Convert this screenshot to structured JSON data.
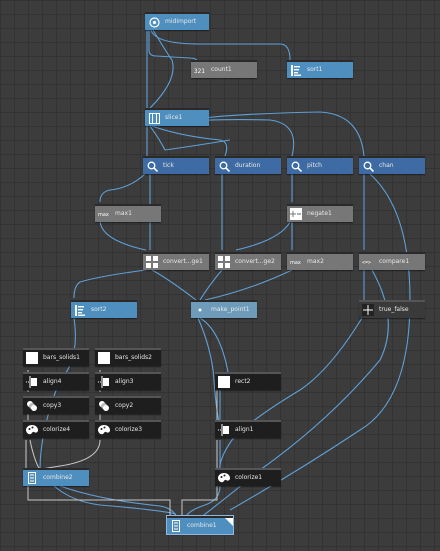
{
  "nodes": {
    "midimport": "midimport",
    "count1": "count1",
    "sort1": "sort1",
    "slice1": "slice1",
    "tick": "tick",
    "duration": "duration",
    "pitch": "pitch",
    "chan": "chan",
    "max1": "max1",
    "negate1": "negate1",
    "convert1": "convert...ge1",
    "convert2": "convert...ge2",
    "max2": "max2",
    "compare1": "compare1",
    "sort2": "sort2",
    "make_point1": "make_point1",
    "true_false": "true_false",
    "bars_solids1": "bars_solids1",
    "bars_solids2": "bars_solids2",
    "align4": "align4",
    "align3": "align3",
    "copy3": "copy3",
    "copy2": "copy2",
    "colorize4": "colorize4",
    "colorize3": "colorize3",
    "rect2": "rect2",
    "align1": "align1",
    "colorize1": "colorize1",
    "combine2": "combine2",
    "combine1": "combine1"
  },
  "icons": {
    "midimport": "midi-icon",
    "count1": "count-icon",
    "sort1": "sort-icon",
    "slice1": "slice-icon",
    "lookup": "magnifier-icon",
    "max": "max-icon",
    "negate": "negate-icon",
    "convert": "convert-range-icon",
    "compare": "compare-icon",
    "make_point": "point-icon",
    "true_false": "true-false-icon",
    "solid": "white-square-icon",
    "align": "align-icon",
    "copy": "copy-icon",
    "colorize": "colorize-icon",
    "combine": "combine-icon"
  },
  "colors": {
    "background": "#3c3c3c",
    "wire": "#5f9fd6",
    "wire_gray": "#b9b9b9",
    "node_blue_light": "#4f8fbf",
    "node_blue_dark": "#3e6ba3",
    "node_gray": "#777777",
    "node_dark": "#1e1e1e"
  }
}
